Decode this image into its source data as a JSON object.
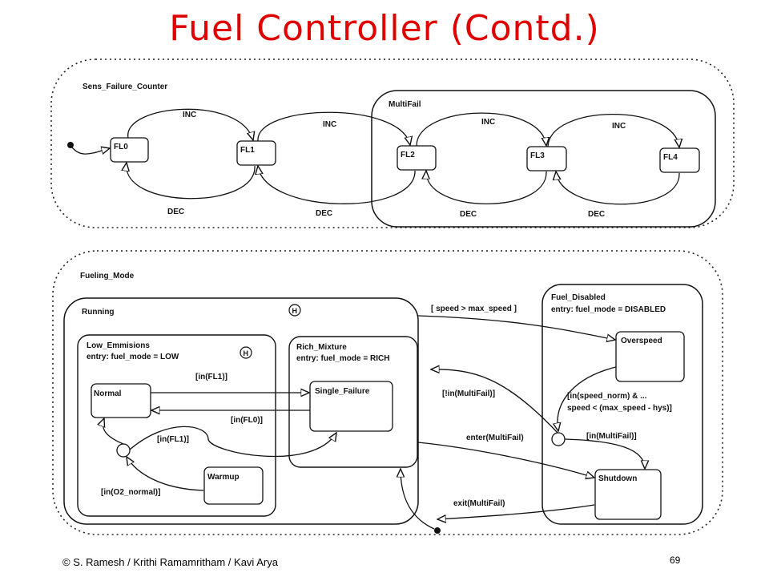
{
  "slide": {
    "title": "Fuel Controller (Contd.)",
    "footer": "© S. Ramesh / Krithi Ramamritham / Kavi Arya",
    "page_number": "69"
  },
  "sens_failure_counter": {
    "label": "Sens_Failure_Counter",
    "multifail_label": "MultiFail",
    "states": [
      "FL0",
      "FL1",
      "FL2",
      "FL3",
      "FL4"
    ],
    "inc_label": "INC",
    "dec_label": "DEC"
  },
  "fueling_mode": {
    "label": "Fueling_Mode",
    "history_marker": "H",
    "running": {
      "label": "Running",
      "low_emmisions": {
        "label": "Low_Emmisions",
        "entry": "entry: fuel_mode = LOW",
        "normal": "Normal",
        "warmup": "Warmup"
      },
      "rich_mixture": {
        "label": "Rich_Mixture",
        "entry": "entry: fuel_mode = RICH",
        "single_failure": "Single_Failure"
      }
    },
    "fuel_disabled": {
      "label": "Fuel_Disabled",
      "entry": "entry: fuel_mode = DISABLED",
      "overspeed": "Overspeed",
      "shutdown": "Shutdown"
    },
    "transitions": {
      "in_fl1_a": "[in(FL1)]",
      "in_fl0": "[in(FL0)]",
      "in_fl1_b": "[in(FL1)]",
      "in_o2": "[in(O2_normal)]",
      "speed_gt": "[ speed > max_speed ]",
      "lin_multifail": "[!in(MultiFail)]",
      "speed_norm_1": "[in(speed_norm) & ...",
      "speed_norm_2": "speed < (max_speed - hys)]",
      "in_multifail": "[in(MultiFail)]",
      "enter_multifail": "enter(MultiFail)",
      "exit_multifail": "exit(MultiFail)"
    }
  }
}
